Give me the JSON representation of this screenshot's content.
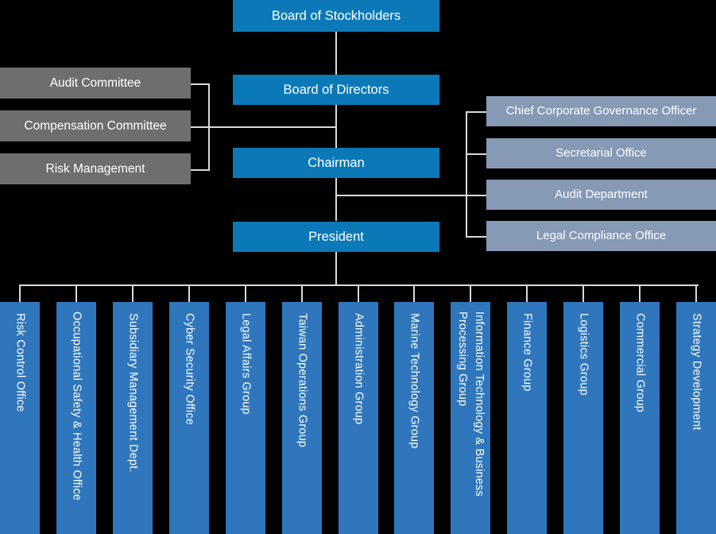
{
  "chart": {
    "title": "Corporate Organization Chart",
    "colors": {
      "primary_blue": "#0b79b8",
      "committee_gray": "#6e6e6e",
      "governance_blue_gray": "#8699b5",
      "unit_blue": "#2f76bc",
      "connector": "#d9d9d9",
      "background": "#000000",
      "text": "#ffffff"
    }
  },
  "top": {
    "stockholders": "Board of Stockholders",
    "directors": "Board of Directors",
    "chairman": "Chairman",
    "president": "President"
  },
  "committees": [
    {
      "label": "Audit Committee"
    },
    {
      "label": "Compensation Committee"
    },
    {
      "label": "Risk Management"
    }
  ],
  "governance": [
    {
      "label": "Chief Corporate Governance Officer"
    },
    {
      "label": "Secretarial Office"
    },
    {
      "label": "Audit Department"
    },
    {
      "label": "Legal Compliance Office"
    }
  ],
  "units": [
    {
      "label": "Risk Control Office"
    },
    {
      "label": "Occupational Safety & Health Office"
    },
    {
      "label": "Subsidiary Management Dept."
    },
    {
      "label": "Cyber Security Office"
    },
    {
      "label": "Legal Affairs Group"
    },
    {
      "label": "Taiwan Operations Group"
    },
    {
      "label": "Administration Group"
    },
    {
      "label": "Marine Technology Group"
    },
    {
      "label": "Information Technology & Business Processing Group"
    },
    {
      "label": "Finance Group"
    },
    {
      "label": "Logistics Group"
    },
    {
      "label": "Commercial Group"
    },
    {
      "label": "Strategy Development"
    }
  ]
}
